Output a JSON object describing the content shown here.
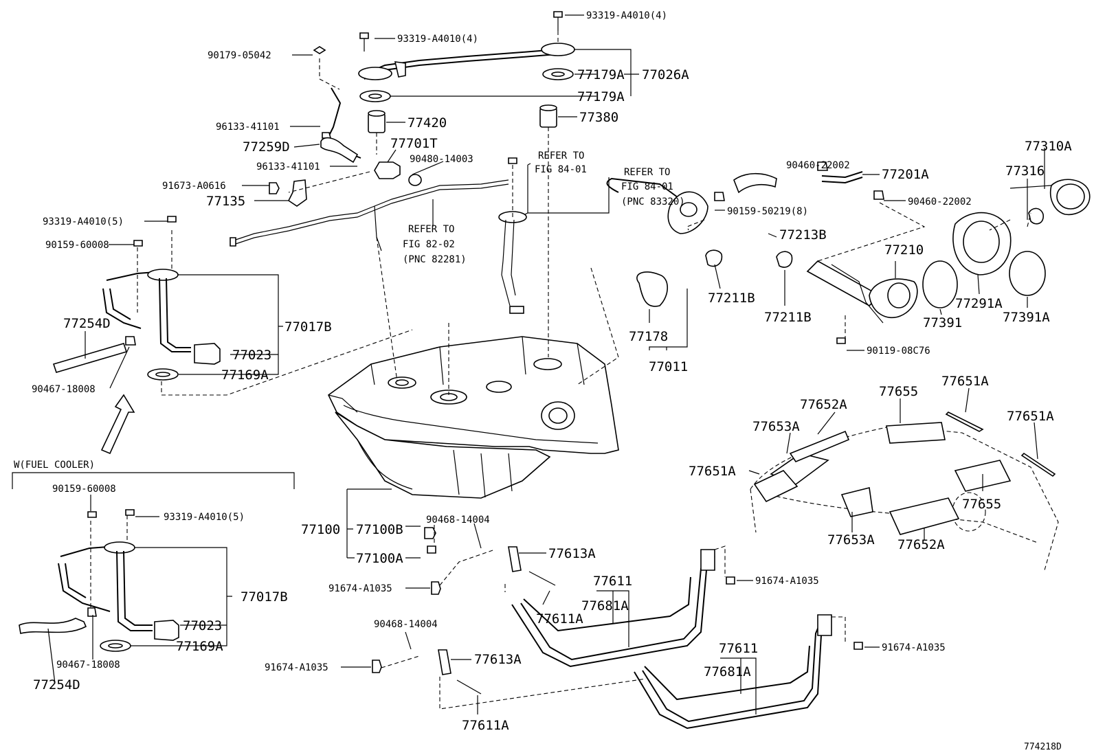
{
  "labels": {
    "p93319_a": "93319-A4010(4)",
    "p93319_b": "93319-A4010(4)",
    "p90179": "90179-05042",
    "p77179A_1": "77179A",
    "p77179A_2": "77179A",
    "p77026A": "77026A",
    "p77420": "77420",
    "p77380": "77380",
    "p96133_a": "96133-41101",
    "p96133_b": "96133-41101",
    "p77259D": "77259D",
    "p77701T": "77701T",
    "p90480": "90480-14003",
    "p91673": "91673-A0616",
    "p77135": "77135",
    "p93319_c": "93319-A4010(5)",
    "p90159_60008": "90159-60008",
    "p77254D": "77254D",
    "p77017B": "77017B",
    "p77023": "77023",
    "p77169A": "77169A",
    "p90467": "90467-18008",
    "wfuel": "W(FUEL COOLER)",
    "p90159_b": "90159-60008",
    "p93319_d": "93319-A4010(5)",
    "p77017B_b": "77017B",
    "p77023_b": "77023",
    "p77169A_b": "77169A",
    "p90467_b": "90467-18008",
    "p77254D_b": "77254D",
    "ref1_a": "REFER TO",
    "ref1_b": "FIG 84-01",
    "ref2_a": "REFER TO",
    "ref2_b": "FIG 84-01",
    "ref2_c": "(PNC 83320)",
    "ref3_a": "REFER TO",
    "ref3_b": "FIG 82-02",
    "ref3_c": "(PNC 82281)",
    "p90460_a": "90460-22002",
    "p77201A": "77201A",
    "p90460_b": "90460-22002",
    "p90159_50219": "90159-50219(8)",
    "p77213B": "77213B",
    "p77210": "77210",
    "p77310A": "77310A",
    "p77316": "77316",
    "p77211B_a": "77211B",
    "p77211B_b": "77211B",
    "p77178": "77178",
    "p77011": "77011",
    "p77391": "77391",
    "p77291A": "77291A",
    "p77391A": "77391A",
    "p90119": "90119-08C76",
    "p77651A_1": "77651A",
    "p77652A_1": "77652A",
    "p77655_1": "77655",
    "p77653A_1": "77653A",
    "p77651A_2": "77651A",
    "p77651A_3": "77651A",
    "p77655_2": "77655",
    "p77653A_2": "77653A",
    "p77652A_2": "77652A",
    "p77100": "77100",
    "p77100B": "77100B",
    "p77100A": "77100A",
    "p90468_a": "90468-14004",
    "p77613A_a": "77613A",
    "p91674_a": "91674-A1035",
    "p77611_a": "77611",
    "p77681A_a": "77681A",
    "p77611A_a": "77611A",
    "p91674_b": "91674-A1035",
    "p90468_b": "90468-14004",
    "p77613A_b": "77613A",
    "p91674_c": "91674-A1035",
    "p77611_b": "77611",
    "p77681A_b": "77681A",
    "p91674_d": "91674-A1035",
    "p77611A_b": "77611A",
    "figno": "774218D"
  }
}
